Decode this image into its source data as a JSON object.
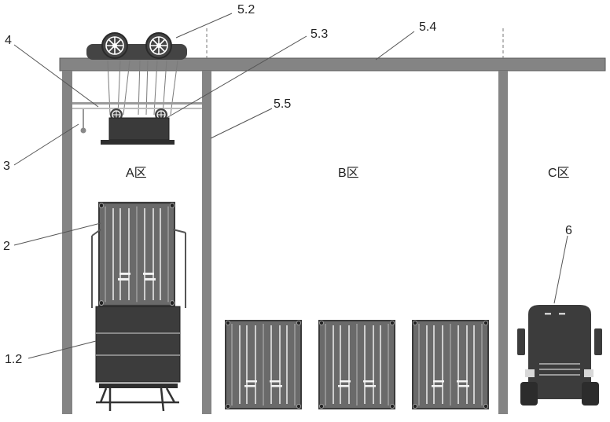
{
  "colors": {
    "frame": "#848484",
    "container": "#6a6a6a",
    "dark": "#3c3c3c",
    "leader": "#555555"
  },
  "labels": {
    "ref_5_2": "5.2",
    "ref_5_3": "5.3",
    "ref_5_4": "5.4",
    "ref_5_5": "5.5",
    "ref_4": "4",
    "ref_3": "3",
    "ref_2": "2",
    "ref_1_2": "1.2",
    "ref_6": "6",
    "zone_a": "A区",
    "zone_b": "B区",
    "zone_c": "C区"
  },
  "icons": [
    "trolley-icon",
    "hoist-icon",
    "container-icon",
    "transfer-cart-icon",
    "truck-icon"
  ]
}
